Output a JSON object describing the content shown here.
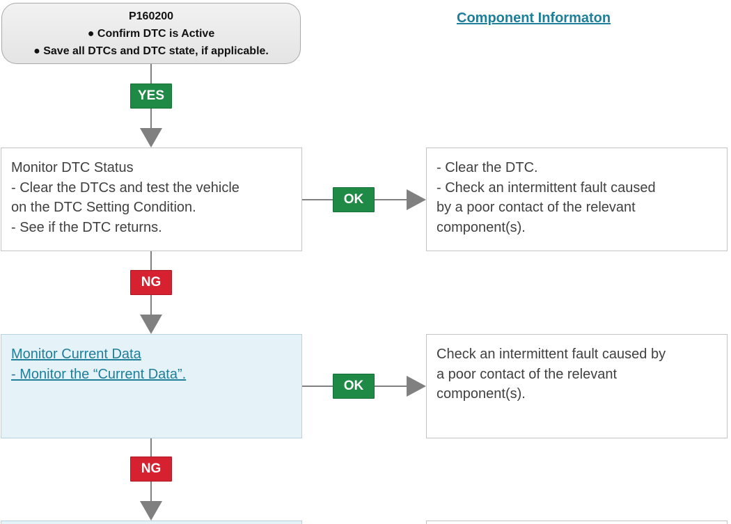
{
  "start": {
    "code": "P160200",
    "item1": "● Confirm DTC is Active",
    "item2": "● Save all DTCs and DTC state, if applicable."
  },
  "component_link": "Component Informaton",
  "badges": {
    "yes": "YES",
    "ok1": "OK",
    "ng1": "NG",
    "ok2": "OK",
    "ng2": "NG"
  },
  "step1": {
    "lines": [
      "Monitor DTC Status",
      "- Clear the DTCs and test the vehicle",
      "on the DTC Setting Condition.",
      "- See if the DTC returns."
    ]
  },
  "result1": {
    "lines": [
      "- Clear the DTC.",
      "- Check an intermittent fault caused",
      "by a poor contact of the relevant",
      "component(s)."
    ]
  },
  "step2": {
    "lines": [
      "Monitor Current Data",
      "- Monitor the “Current Data”."
    ]
  },
  "result2": {
    "lines": [
      "Check an intermittent fault caused by",
      "a poor contact of the relevant",
      "component(s)."
    ]
  },
  "colors": {
    "ok_green": "#1f8a45",
    "ng_red": "#d62230",
    "link_teal": "#1f7e9a",
    "connector_gray": "#808080",
    "highlight_box": "#e5f2f8"
  }
}
